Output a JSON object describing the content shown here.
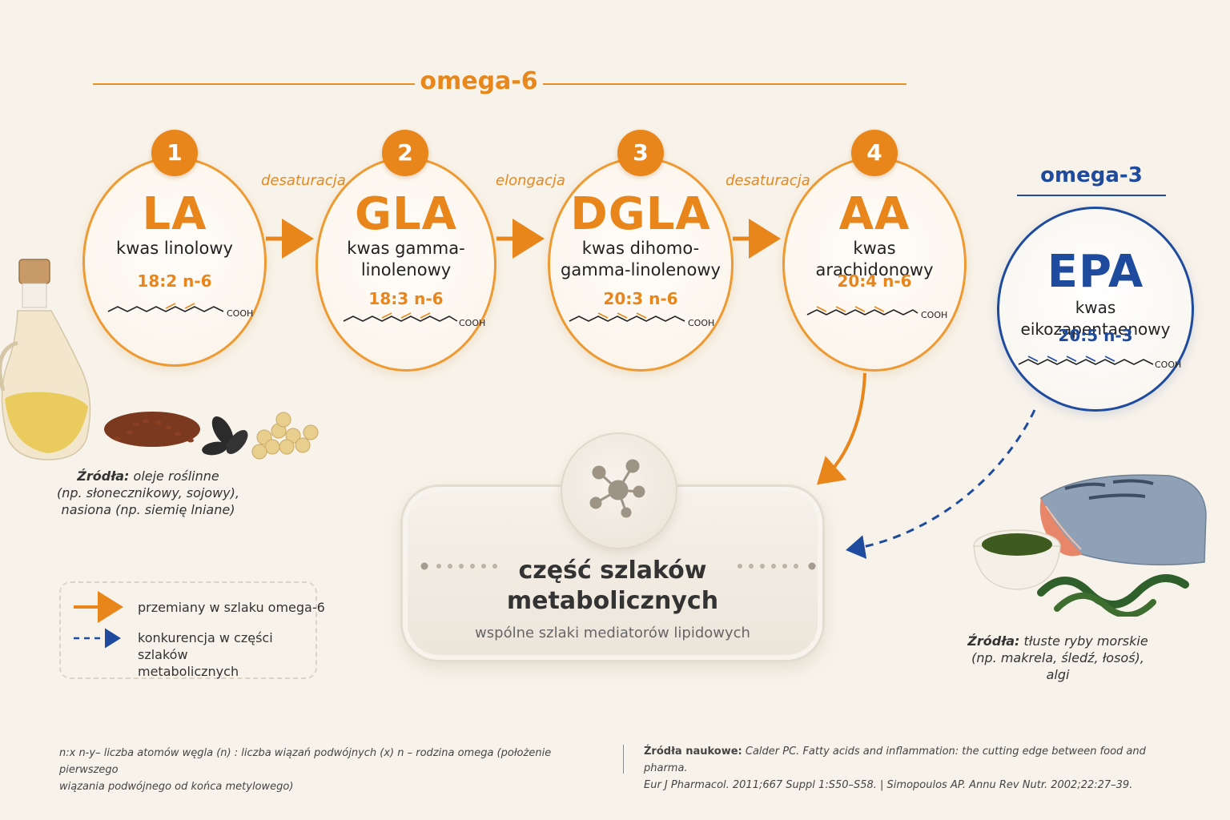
{
  "omega6": {
    "title": "omega-6"
  },
  "omega3": {
    "title": "omega-3"
  },
  "colors": {
    "omega6": "#e9861b",
    "omega3": "#1f4b9e"
  },
  "steps": [
    {
      "number": "1",
      "abbr": "LA",
      "name": "kwas linolowy",
      "formula": "18:2 n-6"
    },
    {
      "number": "2",
      "abbr": "GLA",
      "name": "kwas gamma-\nlinolenowy",
      "formula": "18:3 n-6"
    },
    {
      "number": "3",
      "abbr": "DGLA",
      "name": "kwas dihomo-\ngamma-linolenowy",
      "formula": "20:3 n-6"
    },
    {
      "number": "4",
      "abbr": "AA",
      "name": "kwas arachidonowy",
      "formula": "20:4 n-6"
    }
  ],
  "transitions": [
    "desaturacja",
    "elongacja",
    "desaturacja"
  ],
  "epa": {
    "abbr": "EPA",
    "name": "kwas eikozapentaenowy",
    "formula": "20:5 n-3"
  },
  "cooh": "COOH",
  "hub": {
    "title": "część szlaków\nmetabolicznych",
    "subtitle": "wspólne szlaki mediatorów lipidowych"
  },
  "sources_left": {
    "label": "Źródła:",
    "text": "oleje roślinne\n(np. słonecznikowy, sojowy),\nnasiona (np. siemię lniane)"
  },
  "sources_right": {
    "label": "Źródła:",
    "text": "tłuste ryby morskie\n(np. makrela, śledź, łosoś),\nalgi"
  },
  "legend": [
    {
      "style": "solid",
      "text": "przemiany w szlaku omega-6"
    },
    {
      "style": "dashed",
      "text": "konkurencja w części szlaków\nmetabolicznych"
    }
  ],
  "footnote": "n:x n-y– liczba atomów węgla (n) : liczba wiązań podwójnych (x) n – rodzina omega (położenie pierwszego\n wiązania podwójnego od końca metylowego)",
  "references": {
    "label": "Źródła naukowe:",
    "text": "Calder PC. Fatty acids and inflammation: the cutting edge between food and pharma.\nEur J Pharmacol. 2011;667 Suppl 1:S50–S58.  |  Simopoulos AP. Annu Rev Nutr. 2002;22:27–39."
  }
}
